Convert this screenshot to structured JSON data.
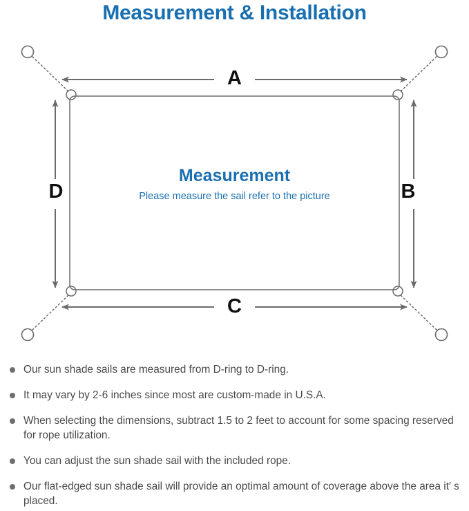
{
  "title": "Measurement & Installation",
  "colors": {
    "title_blue": "#1a6fb0",
    "line_gray": "#6b6b6b",
    "sail_outline": "#6b6b6b",
    "note_text": "#4a4a4a",
    "bullet": "#6e6e6e",
    "label_black": "#101010",
    "background": "#ffffff"
  },
  "diagram": {
    "center": {
      "heading": "Measurement",
      "subheading": "Please measure the sail refer to the picture"
    },
    "dimension_labels": {
      "top": "A",
      "right": "B",
      "bottom": "C",
      "left": "D"
    },
    "icon_names": {
      "anchor_ring": "anchor-ring-icon",
      "d_ring": "d-ring-icon",
      "rope": "rope-dotted-line-icon",
      "dimension_arrow": "dimension-arrow-icon",
      "sail": "shade-sail-shape"
    }
  },
  "notes": [
    "Our sun shade sails are measured from D-ring to D-ring.",
    "It may vary by 2-6 inches since most are custom-made in U.S.A.",
    "When selecting the dimensions, subtract 1.5 to 2 feet to account for some spacing reserved for rope utilization.",
    "You can adjust the sun shade sail with the included rope.",
    "Our flat-edged sun shade sail will provide an optimal amount of coverage above the area it′ s placed."
  ]
}
